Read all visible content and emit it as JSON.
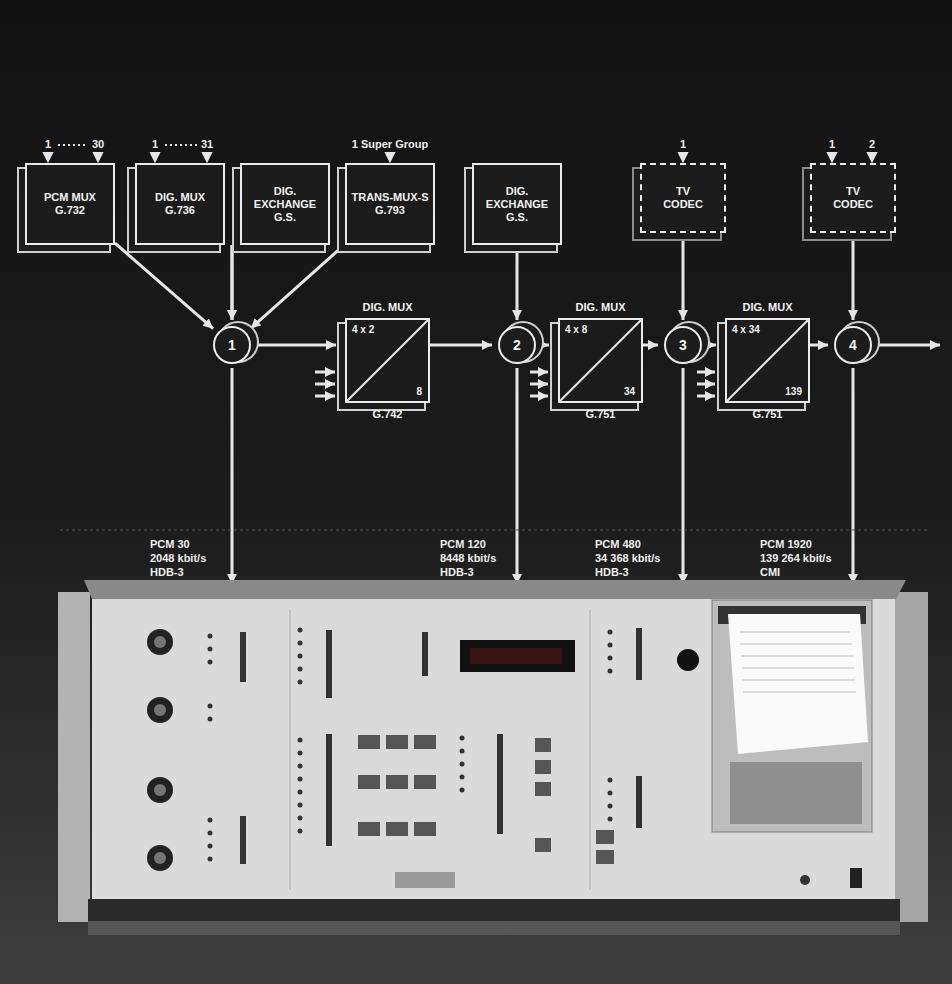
{
  "diagram": {
    "nodes": [
      {
        "text": [
          "PCM MUX G.732"
        ]
      },
      {
        "text": [
          "DIG. MUX G.736"
        ]
      },
      {
        "text": [
          "DIG. EXCHANGE G.S."
        ]
      },
      {
        "text": [
          "TRANS-MUX-S G.793"
        ]
      },
      {
        "text": [
          "DIG. EXCHANGE G.S."
        ]
      },
      {
        "text": [
          "TV CODEC"
        ]
      },
      {
        "text": [
          "TV CODEC"
        ]
      },
      {
        "text": [
          "1"
        ]
      },
      {
        "text": [
          "DIG. MUX",
          "4 x 2",
          "8",
          "G.742"
        ]
      },
      {
        "text": [
          "2"
        ]
      },
      {
        "text": [
          "DIG. MUX",
          "4 x 8",
          "34",
          "G.751"
        ]
      },
      {
        "text": [
          "3"
        ]
      },
      {
        "text": [
          "DIG. MUX",
          "4 x 34",
          "139",
          "G.751"
        ]
      },
      {
        "text": [
          "4"
        ]
      }
    ],
    "edges": [
      {
        "from": 0,
        "to": 7,
        "arrow": "to"
      },
      {
        "from": 1,
        "to": 7,
        "arrow": "to"
      },
      {
        "from": 2,
        "to": 7,
        "arrow": "to"
      },
      {
        "from": 3,
        "to": 7,
        "arrow": "to"
      },
      {
        "from": 7,
        "to": 8,
        "arrow": "to"
      },
      {
        "from": 8,
        "to": 9,
        "arrow": "to"
      },
      {
        "from": 4,
        "to": 9,
        "arrow": "to"
      },
      {
        "from": 9,
        "to": 10,
        "arrow": "to"
      },
      {
        "from": 10,
        "to": 11,
        "arrow": "to"
      },
      {
        "from": 5,
        "to": 11,
        "arrow": "to"
      },
      {
        "from": 11,
        "to": 12,
        "arrow": "to"
      },
      {
        "from": 12,
        "to": 13,
        "arrow": "to"
      },
      {
        "from": 6,
        "to": 13,
        "arrow": "to"
      }
    ],
    "labels": [
      "1",
      "30",
      "1",
      "31",
      "1 Super Group",
      "1",
      "1",
      "2",
      "PCM 30",
      "2048 kbit/s",
      "HDB-3",
      "PCM 120",
      "8448 kbit/s",
      "HDB-3",
      "PCM 480",
      "34 368 kbit/s",
      "HDB-3",
      "PCM 1920",
      "139 264 kbit/s",
      "CMI"
    ]
  }
}
